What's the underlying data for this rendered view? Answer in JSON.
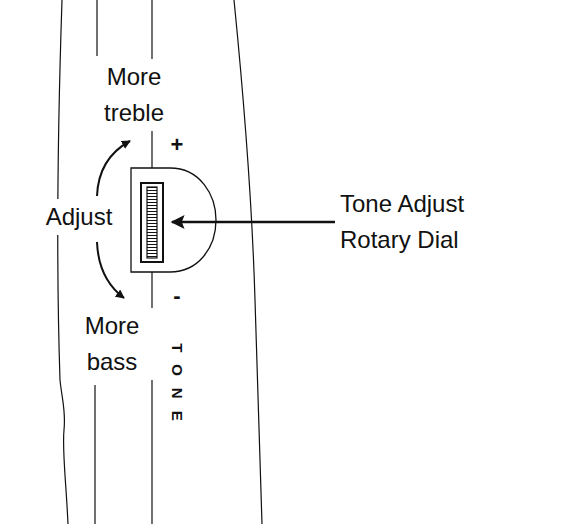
{
  "diagram": {
    "labels": [
      "More treble",
      "+",
      "Adjust",
      "-",
      "More bass",
      "TONE",
      "Tone Adjust Rotary Dial"
    ]
  }
}
